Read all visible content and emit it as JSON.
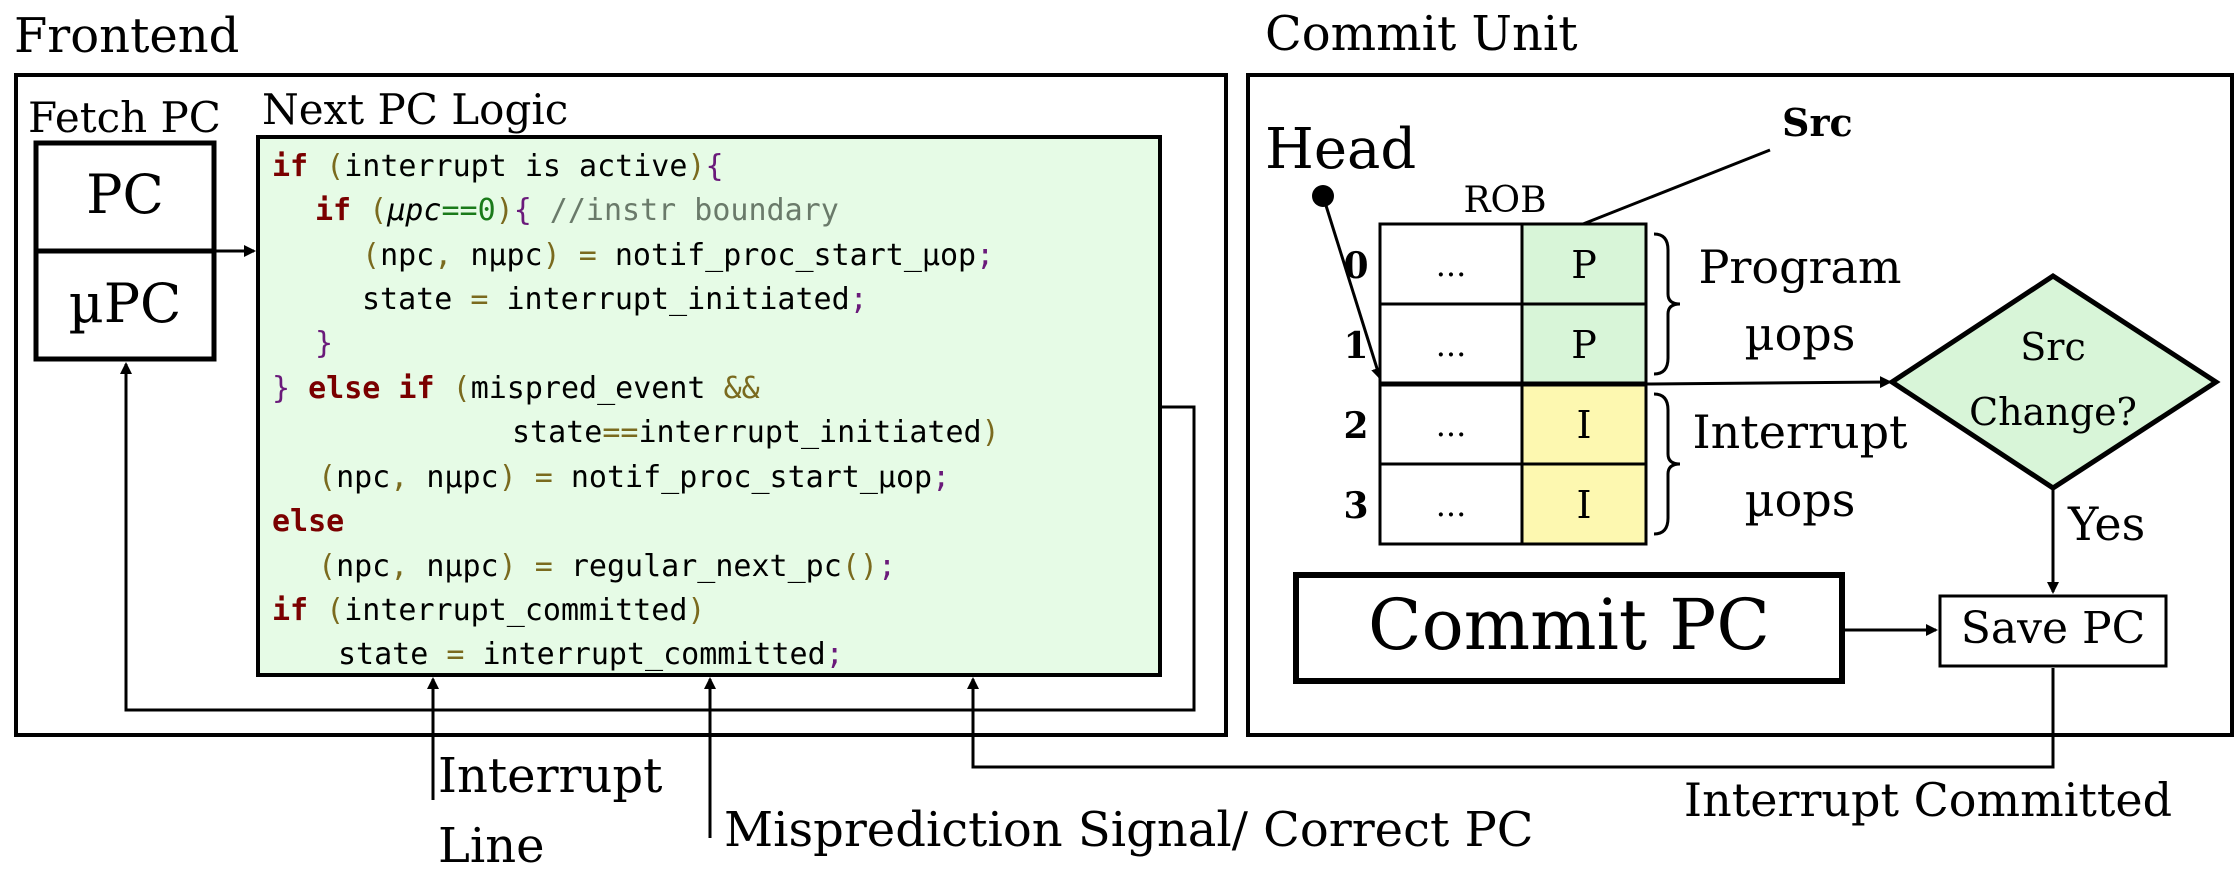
{
  "frontend": {
    "title": "Frontend",
    "fetch_pc_label": "Fetch PC",
    "pc_label": "PC",
    "upc_label": "µPC",
    "next_pc_logic_label": "Next PC Logic",
    "code": {
      "l1": {
        "a": "if",
        "b": " (",
        "c": "interrupt is active",
        "d": ")",
        "e": "{"
      },
      "l2": {
        "a": "if",
        "b": " (",
        "c": "μpc",
        "d": "==",
        "e": "0",
        "f": ")",
        "g": "{",
        "h": " //instr boundary"
      },
      "l3": {
        "a": "(",
        "b": "npc",
        "c": ", ",
        "d": "nμpc",
        "e": ")",
        "f": " = ",
        "g": "notif_proc_start_μop",
        "h": ";"
      },
      "l4": {
        "a": "state",
        "b": " = ",
        "c": "interrupt_initiated",
        "d": ";"
      },
      "l5": {
        "a": "}"
      },
      "l6": {
        "a": "}",
        "b": " else if",
        "c": " (",
        "d": "mispred_event ",
        "e": "&&"
      },
      "l7": {
        "a": "state",
        "b": "==",
        "c": "interrupt_initiated",
        "d": ")"
      },
      "l8": {
        "a": "(",
        "b": "npc",
        "c": ", ",
        "d": "nμpc",
        "e": ")",
        "f": " = ",
        "g": "notif_proc_start_μop",
        "h": ";"
      },
      "l9": {
        "a": "else"
      },
      "l10": {
        "a": "(",
        "b": "npc",
        "c": ", ",
        "d": "nμpc",
        "e": ")",
        "f": " = ",
        "g": "regular_next_pc",
        "h": "()",
        "i": ";"
      },
      "l11": {
        "a": "if",
        "b": " (",
        "c": "interrupt_committed",
        "d": ")"
      },
      "l12": {
        "a": "state",
        "b": " = ",
        "c": "interrupt_committed",
        "d": ";"
      }
    }
  },
  "inputs": {
    "interrupt_line_1": "Interrupt",
    "interrupt_line_2": "Line",
    "misprediction": "Misprediction Signal/ Correct PC"
  },
  "commit": {
    "title": "Commit Unit",
    "head_label": "Head",
    "src_label": "Src",
    "rob_label": "ROB",
    "rows": [
      {
        "index": "0",
        "entry": "...",
        "type": "P"
      },
      {
        "index": "1",
        "entry": "...",
        "type": "P"
      },
      {
        "index": "2",
        "entry": "...",
        "type": "I"
      },
      {
        "index": "3",
        "entry": "...",
        "type": "I"
      }
    ],
    "program_uops_1": "Program",
    "program_uops_2": "µops",
    "interrupt_uops_1": "Interrupt",
    "interrupt_uops_2": "µops",
    "decision_1": "Src",
    "decision_2": "Change?",
    "yes_label": "Yes",
    "commit_pc_label": "Commit PC",
    "save_pc_label": "Save PC",
    "interrupt_committed_label": "Interrupt Committed"
  },
  "colors": {
    "code_bg": "#e6fbe6",
    "program_cell": "#d8f5d8",
    "interrupt_cell": "#fdf8b0",
    "decision_fill": "#d8f5d8",
    "keyword": "#7a0000",
    "punct": "#7a6a1e",
    "brace": "#6a1a7a",
    "number": "#1a7a1a",
    "comment": "#6a7a6a"
  }
}
